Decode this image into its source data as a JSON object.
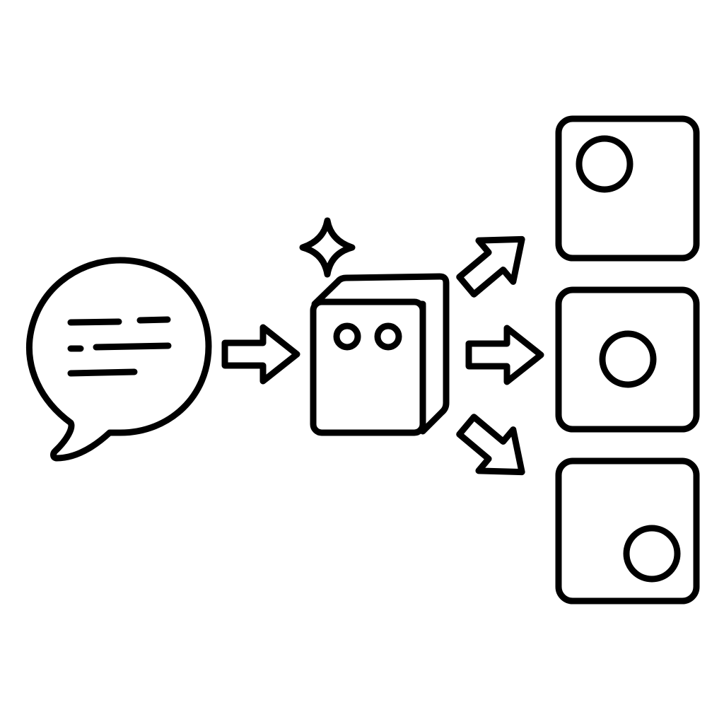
{
  "colors": {
    "stroke": "#000000",
    "background": "#ffffff"
  },
  "icons": [
    "speech-bubble-icon",
    "arrow-right-icon",
    "ai-cube-icon",
    "sparkle-icon",
    "arrow-up-right-icon",
    "arrow-down-right-icon",
    "output-box-icon"
  ],
  "outputs": [
    {
      "dot_position": "top-left"
    },
    {
      "dot_position": "center"
    },
    {
      "dot_position": "bottom-right"
    }
  ]
}
